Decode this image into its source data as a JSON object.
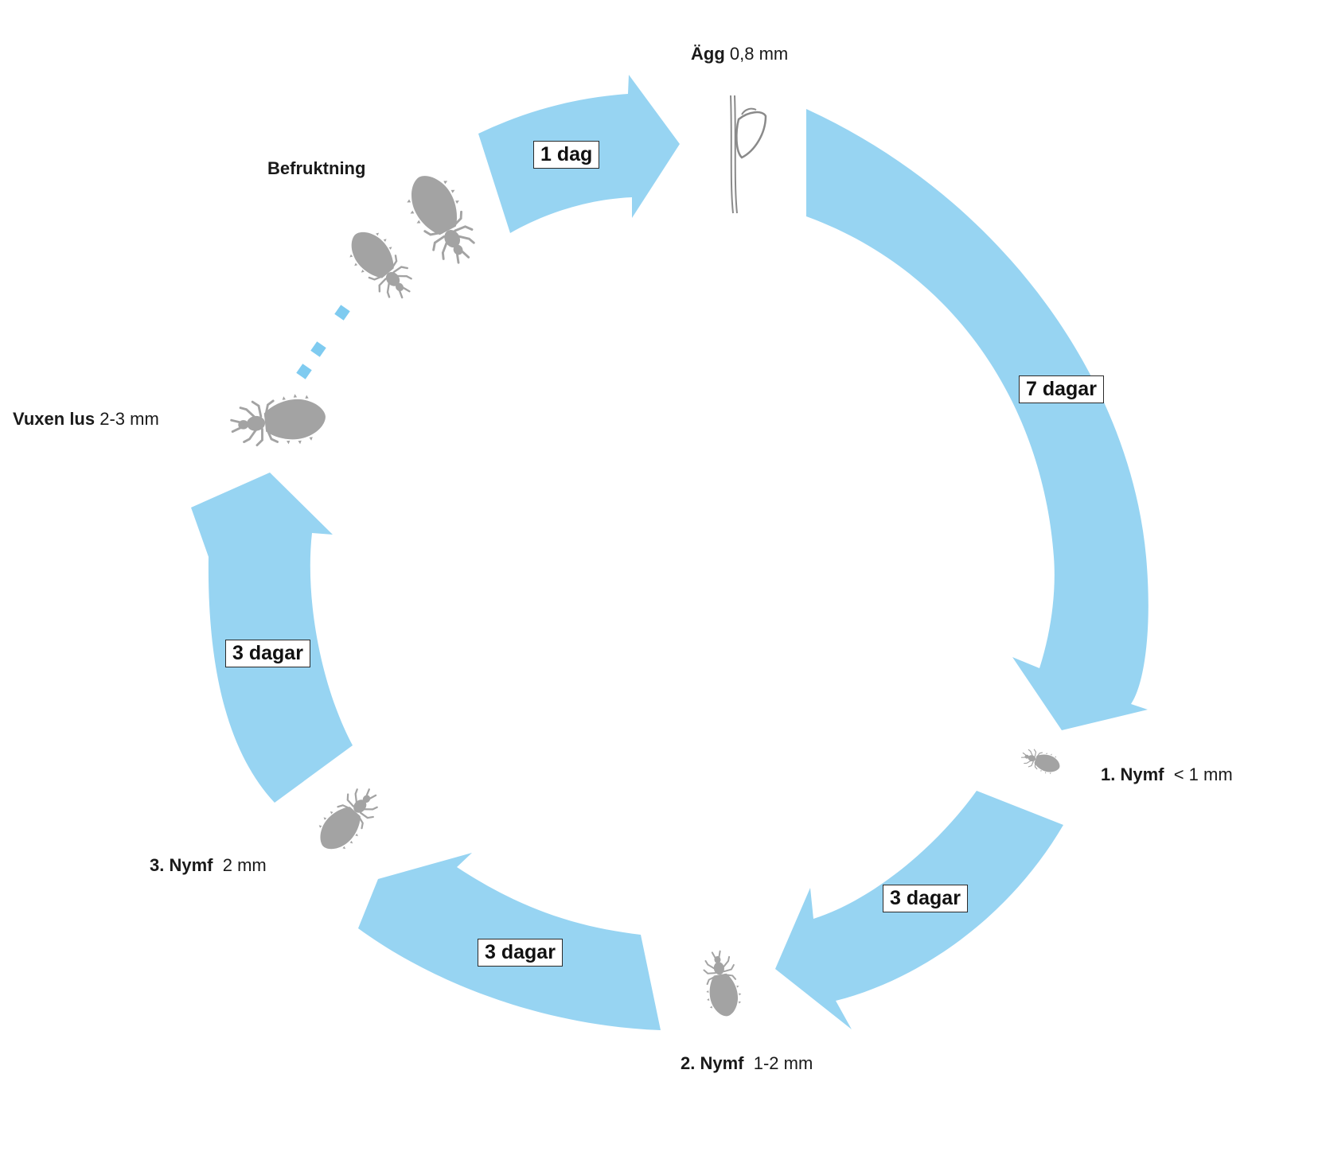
{
  "colors": {
    "arrow": "#97d4f2",
    "louse": "#a3a3a3",
    "egg_stroke": "#8a8a8a",
    "dots": "#7fcbf0"
  },
  "stages": {
    "egg": {
      "name": "Ägg",
      "size": "0,8 mm",
      "icon": "egg-on-hair-icon"
    },
    "mating": {
      "name": "Befruktning",
      "icon": "mating-lice-icon"
    },
    "adult": {
      "name": "Vuxen lus",
      "size": "2-3 mm",
      "icon": "adult-louse-icon"
    },
    "nymph1": {
      "name": "1. Nymf",
      "size": "< 1 mm",
      "icon": "nymph-1-icon"
    },
    "nymph2": {
      "name": "2. Nymf",
      "size": "1-2 mm",
      "icon": "nymph-2-icon"
    },
    "nymph3": {
      "name": "3. Nymf",
      "size": "2 mm",
      "icon": "nymph-3-icon"
    }
  },
  "durations": {
    "egg_to_nymph1": "7 dagar",
    "nymph1_to_nymph2": "3 dagar",
    "nymph2_to_nymph3": "3 dagar",
    "nymph3_to_adult": "3 dagar",
    "mating_to_egg": "1 dag"
  }
}
